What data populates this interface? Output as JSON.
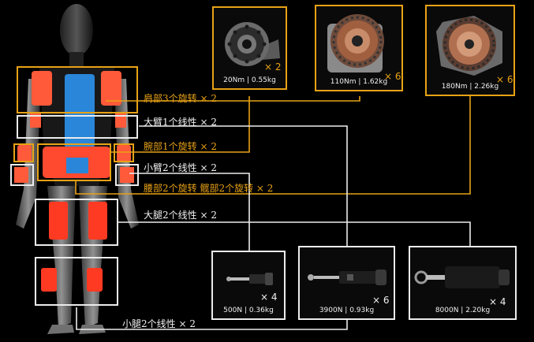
{
  "rotary_actuators": [
    {
      "spec": "20Nm  |  0.55kg",
      "qty": "× 2"
    },
    {
      "spec": "110Nm  |  1.62kg",
      "qty": "× 6"
    },
    {
      "spec": "180Nm  |  2.26kg",
      "qty": "× 6"
    }
  ],
  "linear_actuators": [
    {
      "spec": "500N  |  0.36kg",
      "qty": "× 4"
    },
    {
      "spec": "3900N  |  0.93kg",
      "qty": "× 6"
    },
    {
      "spec": "8000N  |  2.20kg",
      "qty": "× 4"
    }
  ],
  "joint_labels": {
    "shoulder": "肩部3个旋转 × 2",
    "upper_arm": "大臂1个线性 × 2",
    "wrist": "腕部1个旋转 × 2",
    "forearm": "小臂2个线性 × 2",
    "waist_hip": "腰部2个旋转 髋部2个旋转 × 2",
    "thigh": "大腿2个线性 × 2",
    "calf": "小腿2个线性 × 2"
  },
  "colors": {
    "rotary": "#e8a215",
    "linear": "#ececec"
  }
}
